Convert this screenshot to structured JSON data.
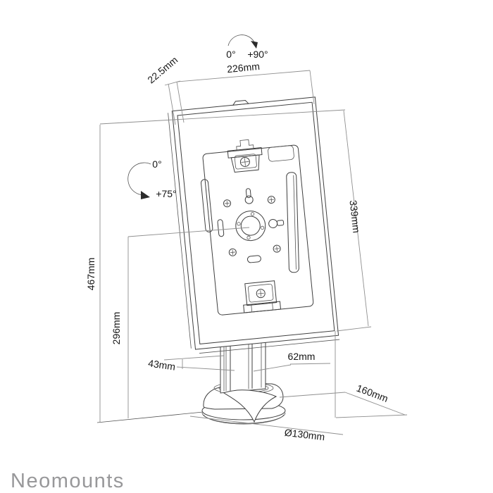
{
  "colors": {
    "background": "#ffffff",
    "product_line": "#3f3f3f",
    "dimension_line": "#8f8f8f",
    "label_text": "#161616",
    "brand_gray": "#98989a"
  },
  "rotation_labels": {
    "swivel_from": "0°",
    "swivel_to": "+90°",
    "tilt_from": "0°",
    "tilt_to": "+75°"
  },
  "dimensions": {
    "top_width": "226mm",
    "top_edge_depth": "22.5mm",
    "total_height": "467mm",
    "pivot_height": "296mm",
    "holder_height": "339mm",
    "pole_depth": "43mm",
    "pole_width": "62mm",
    "base_depth": "160mm",
    "base_diameter": "Ø130mm"
  },
  "brand": {
    "name": "Neomounts"
  }
}
